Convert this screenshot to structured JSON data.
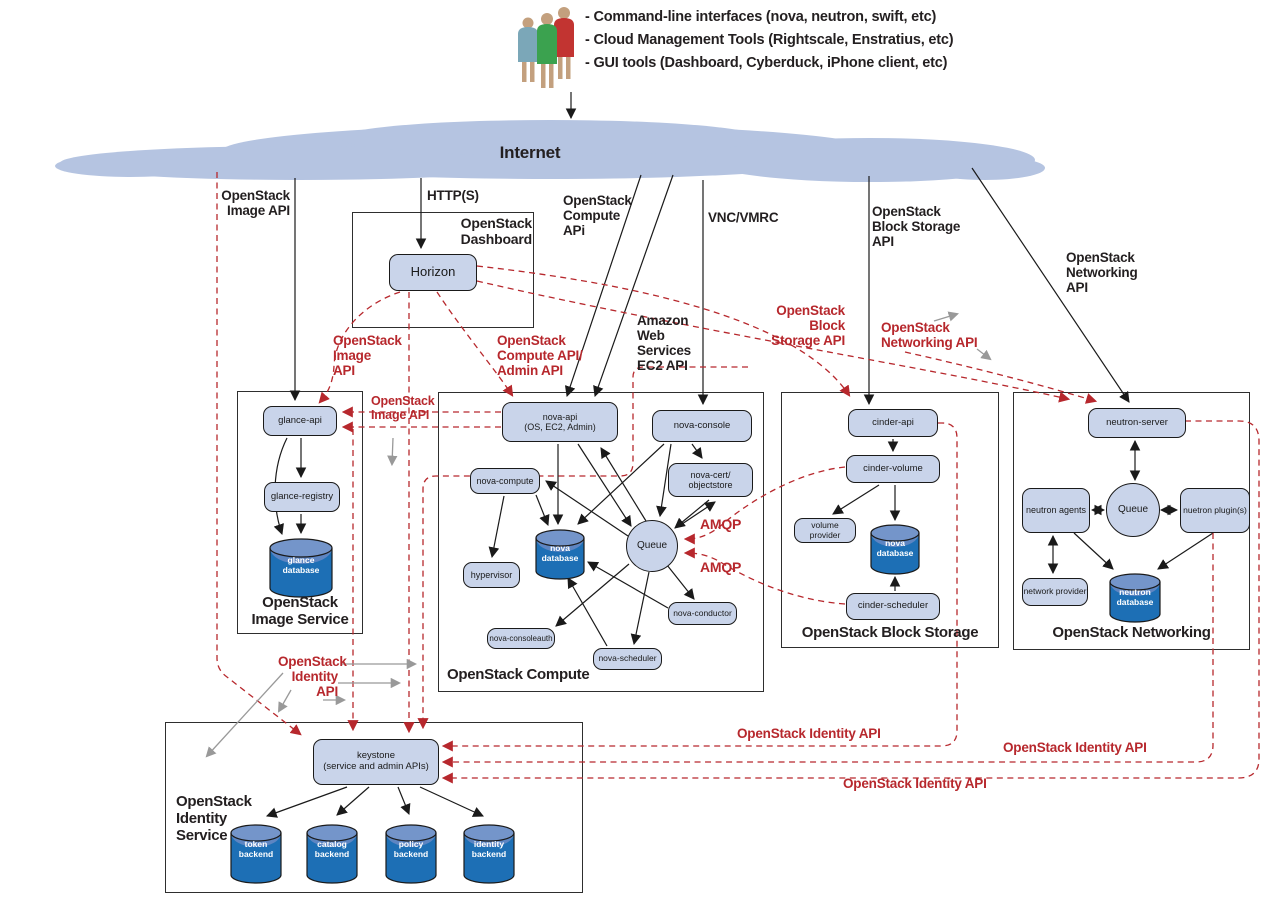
{
  "clients": {
    "icon": "people-icon",
    "text": "- Command-line interfaces (nova, neutron, swift, etc)\n- Cloud Management Tools (Rightscale, Enstratius, etc)\n- GUI tools (Dashboard, Cyberduck, iPhone client, etc)"
  },
  "internet": {
    "label": "Internet"
  },
  "top_labels": {
    "image_api": "OpenStack\nImage API",
    "http": "HTTP(S)",
    "compute_api": "OpenStack\nCompute\nAPi",
    "vnc": "VNC/VMRC",
    "block_api": "OpenStack\nBlock Storage\nAPI",
    "networking_api": "OpenStack\nNetworking\nAPI",
    "ec2": "Amazon\nWeb\nServices\nEC2 API"
  },
  "red_labels": {
    "image_api_horizon": "OpenStack\nImage\nAPI",
    "compute_admin_api": "OpenStack\nCompute API/\nAdmin API",
    "image_api_glance": "OpenStack\nImage API",
    "block_storage_api": "OpenStack Block\nStorage API",
    "networking_api": "OpenStack\nNetworking API",
    "amqp1": "AMQP",
    "amqp2": "AMQP",
    "identity_api_left": "OpenStack\nIdentity\nAPI",
    "identity_api_1": "OpenStack Identity API",
    "identity_api_2": "OpenStack Identity API",
    "identity_api_3": "OpenStack Identity API"
  },
  "dashboard": {
    "title": "OpenStack\nDashboard",
    "horizon": "Horizon"
  },
  "image_service": {
    "title": "OpenStack\nImage Service",
    "glance_api": "glance-api",
    "glance_registry": "glance-registry",
    "glance_db": "glance\ndatabase"
  },
  "compute": {
    "title": "OpenStack Compute",
    "nova_api": "nova-api\n(OS, EC2, Admin)",
    "nova_console": "nova-console",
    "nova_compute": "nova-compute",
    "nova_cert": "nova-cert/\nobjectstore",
    "queue": "Queue",
    "nova_db": "nova\ndatabase",
    "hypervisor": "hypervisor",
    "nova_conductor": "nova-conductor",
    "nova_consoleauth": "nova-consoleauth",
    "nova_scheduler": "nova-scheduler"
  },
  "block_storage": {
    "title": "OpenStack Block Storage",
    "cinder_api": "cinder-api",
    "cinder_volume": "cinder-volume",
    "volume_provider": "volume provider",
    "nova_db": "nova\ndatabase",
    "cinder_scheduler": "cinder-scheduler"
  },
  "networking": {
    "title": "OpenStack Networking",
    "neutron_server": "neutron-server",
    "neutron_agents": "neutron agents",
    "queue": "Queue",
    "neutron_plugins": "nuetron plugin(s)",
    "network_provider": "network provider",
    "neutron_db": "neutron\ndatabase"
  },
  "identity": {
    "title": "OpenStack\nIdentity\nService",
    "keystone": "keystone\n(service and admin APIs)",
    "backends": [
      "token\nbackend",
      "catalog\nbackend",
      "policy\nbackend",
      "identity\nbackend"
    ]
  },
  "colors": {
    "node_fill": "#c9d4ea",
    "db_body": "#1d6fb5",
    "db_top": "#7495ca",
    "cloud": "#b5c4e1",
    "red": "#b7282d",
    "gray": "#999999",
    "black": "#1a1a1a"
  }
}
